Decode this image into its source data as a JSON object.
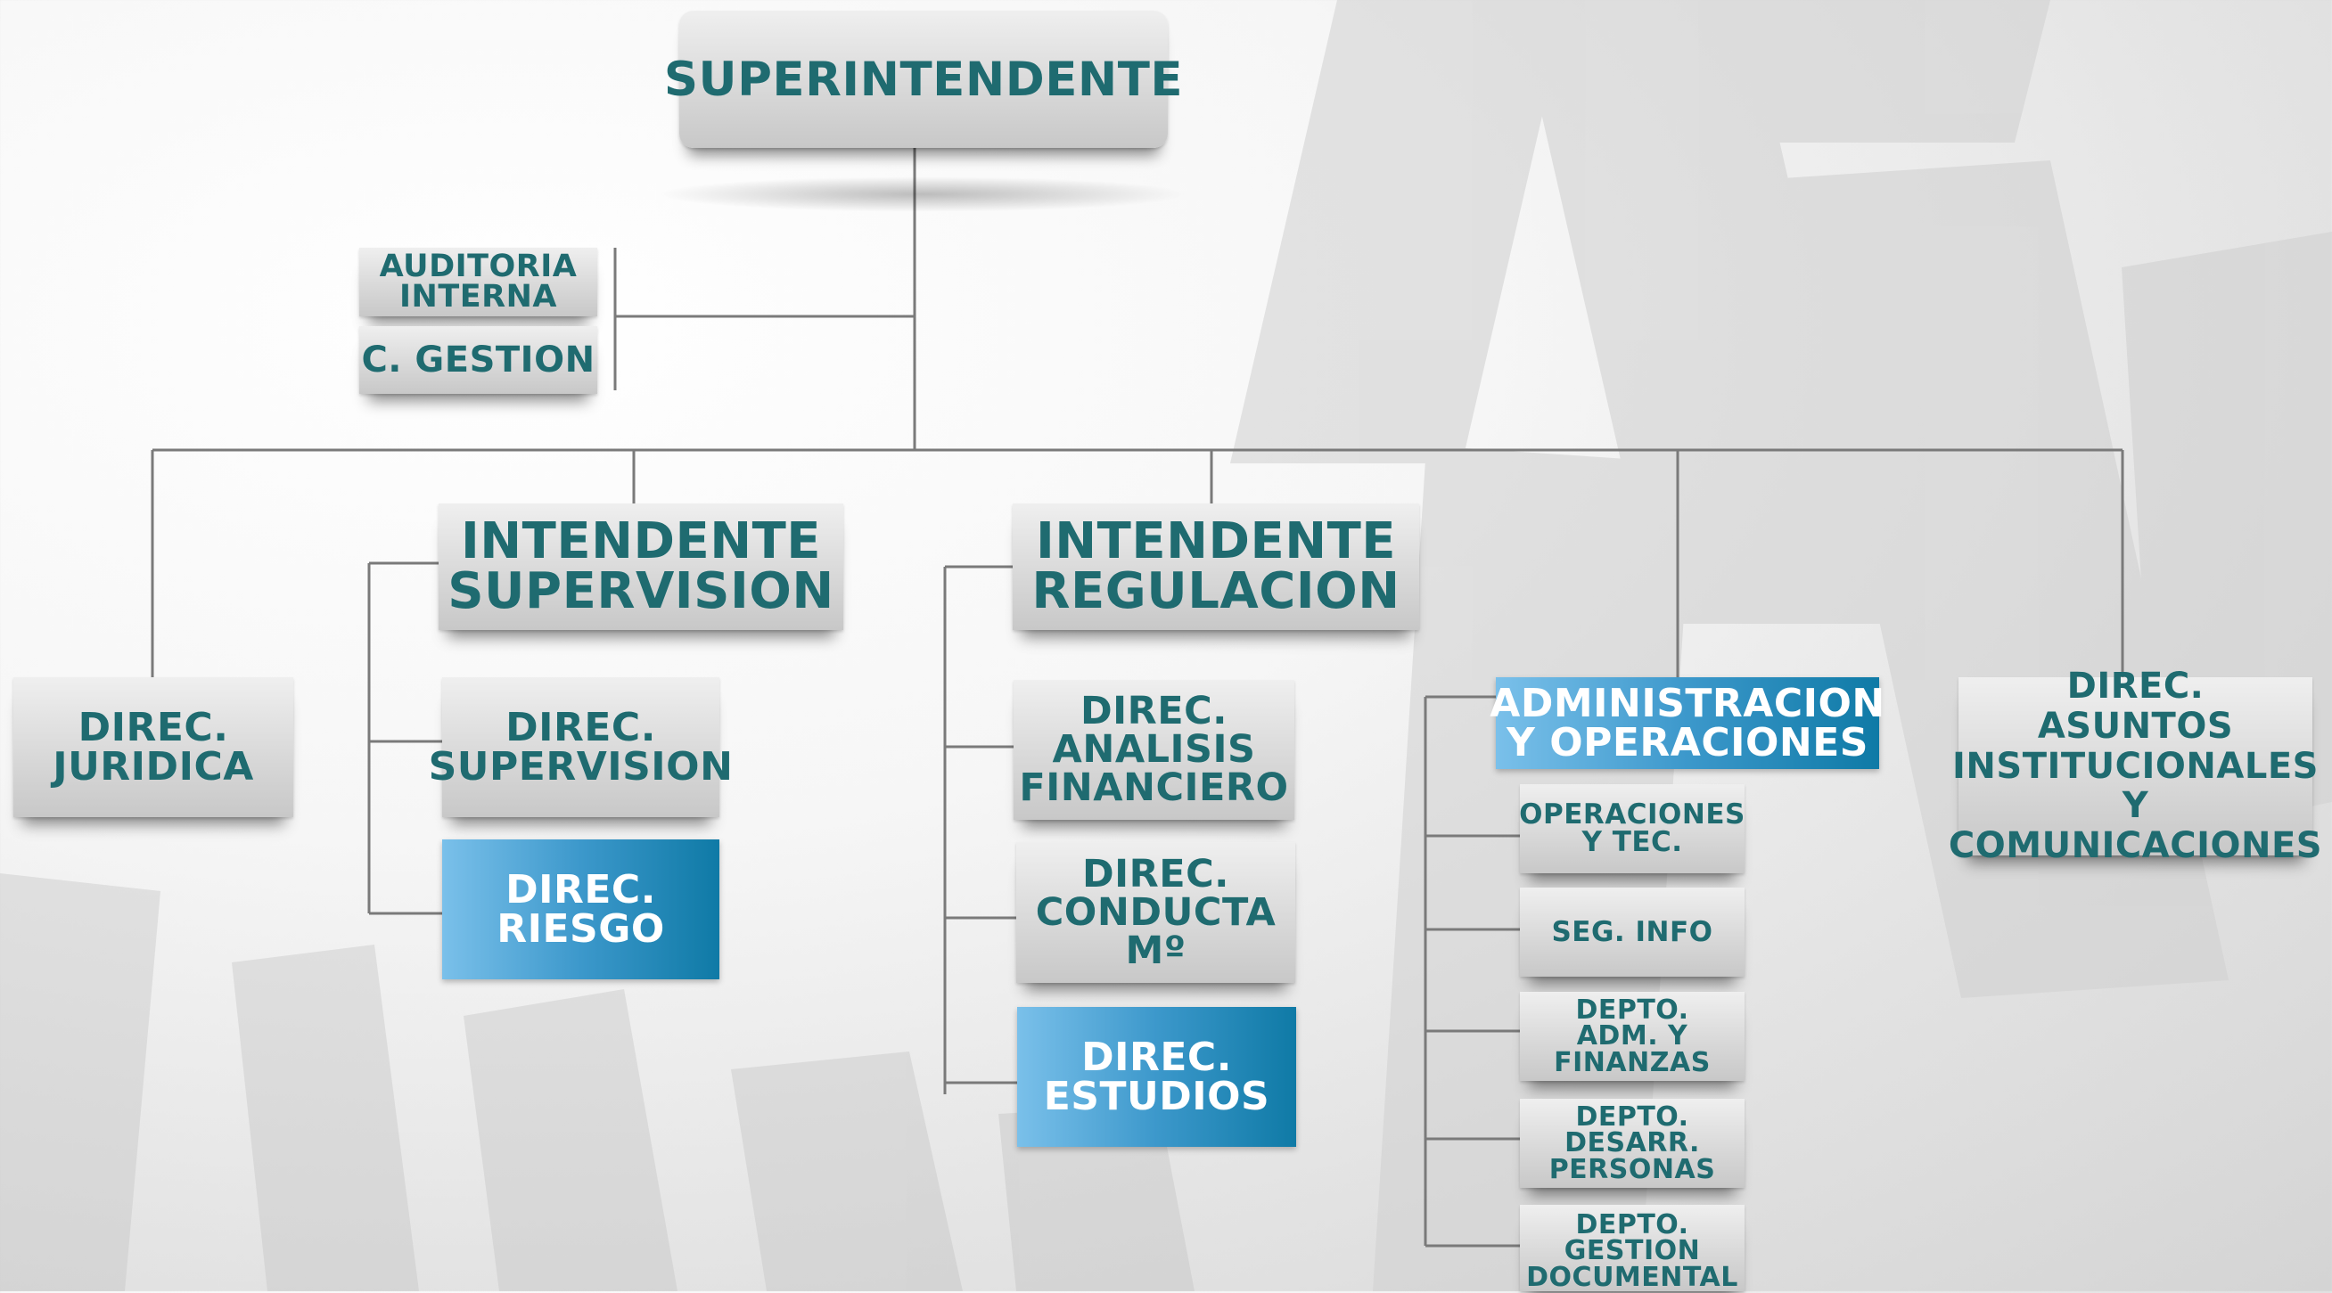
{
  "chart": {
    "root": "SUPERINTENDENTE",
    "staff": [
      {
        "lines": [
          "AUDITORIA",
          "INTERNA"
        ]
      },
      {
        "lines": [
          "C. GESTION"
        ]
      }
    ],
    "juridica": {
      "lines": [
        "DIREC.",
        "JURIDICA"
      ]
    },
    "supervision": {
      "head": {
        "lines": [
          "INTENDENTE",
          "SUPERVISION"
        ]
      },
      "items": [
        {
          "lines": [
            "DIREC.",
            "SUPERVISION"
          ]
        },
        {
          "lines": [
            "DIREC.",
            "RIESGO"
          ]
        }
      ]
    },
    "regulacion": {
      "head": {
        "lines": [
          "INTENDENTE",
          "REGULACION"
        ]
      },
      "items": [
        {
          "lines": [
            "DIREC.",
            "ANALISIS",
            "FINANCIERO"
          ]
        },
        {
          "lines": [
            "DIREC.",
            "CONDUCTA",
            "Mº"
          ]
        },
        {
          "lines": [
            "DIREC.",
            "ESTUDIOS"
          ]
        }
      ]
    },
    "administracion": {
      "head": {
        "lines": [
          "ADMINISTRACION",
          "Y OPERACIONES"
        ]
      },
      "items": [
        {
          "lines": [
            "OPERACIONES",
            "Y TEC."
          ]
        },
        {
          "lines": [
            "SEG. INFO"
          ]
        },
        {
          "lines": [
            "DEPTO.",
            "ADM. Y",
            "FINANZAS"
          ]
        },
        {
          "lines": [
            "DEPTO.",
            "DESARR.",
            "PERSONAS"
          ]
        },
        {
          "lines": [
            "DEPTO.",
            "GESTION",
            "DOCUMENTAL"
          ]
        }
      ]
    },
    "asuntos": {
      "lines": [
        "DIREC.",
        "ASUNTOS",
        "INSTITUCIONALES",
        "Y COMUNICACIONES"
      ]
    }
  },
  "colors": {
    "text": "#1f6b70",
    "line": "#7a7a7a",
    "blue_light": "#7ac0ea",
    "blue_dark": "#0f7aa6",
    "highlighted": [
      "DIREC. RIESGO",
      "DIREC. ESTUDIOS",
      "ADMINISTRACION Y OPERACIONES"
    ]
  }
}
